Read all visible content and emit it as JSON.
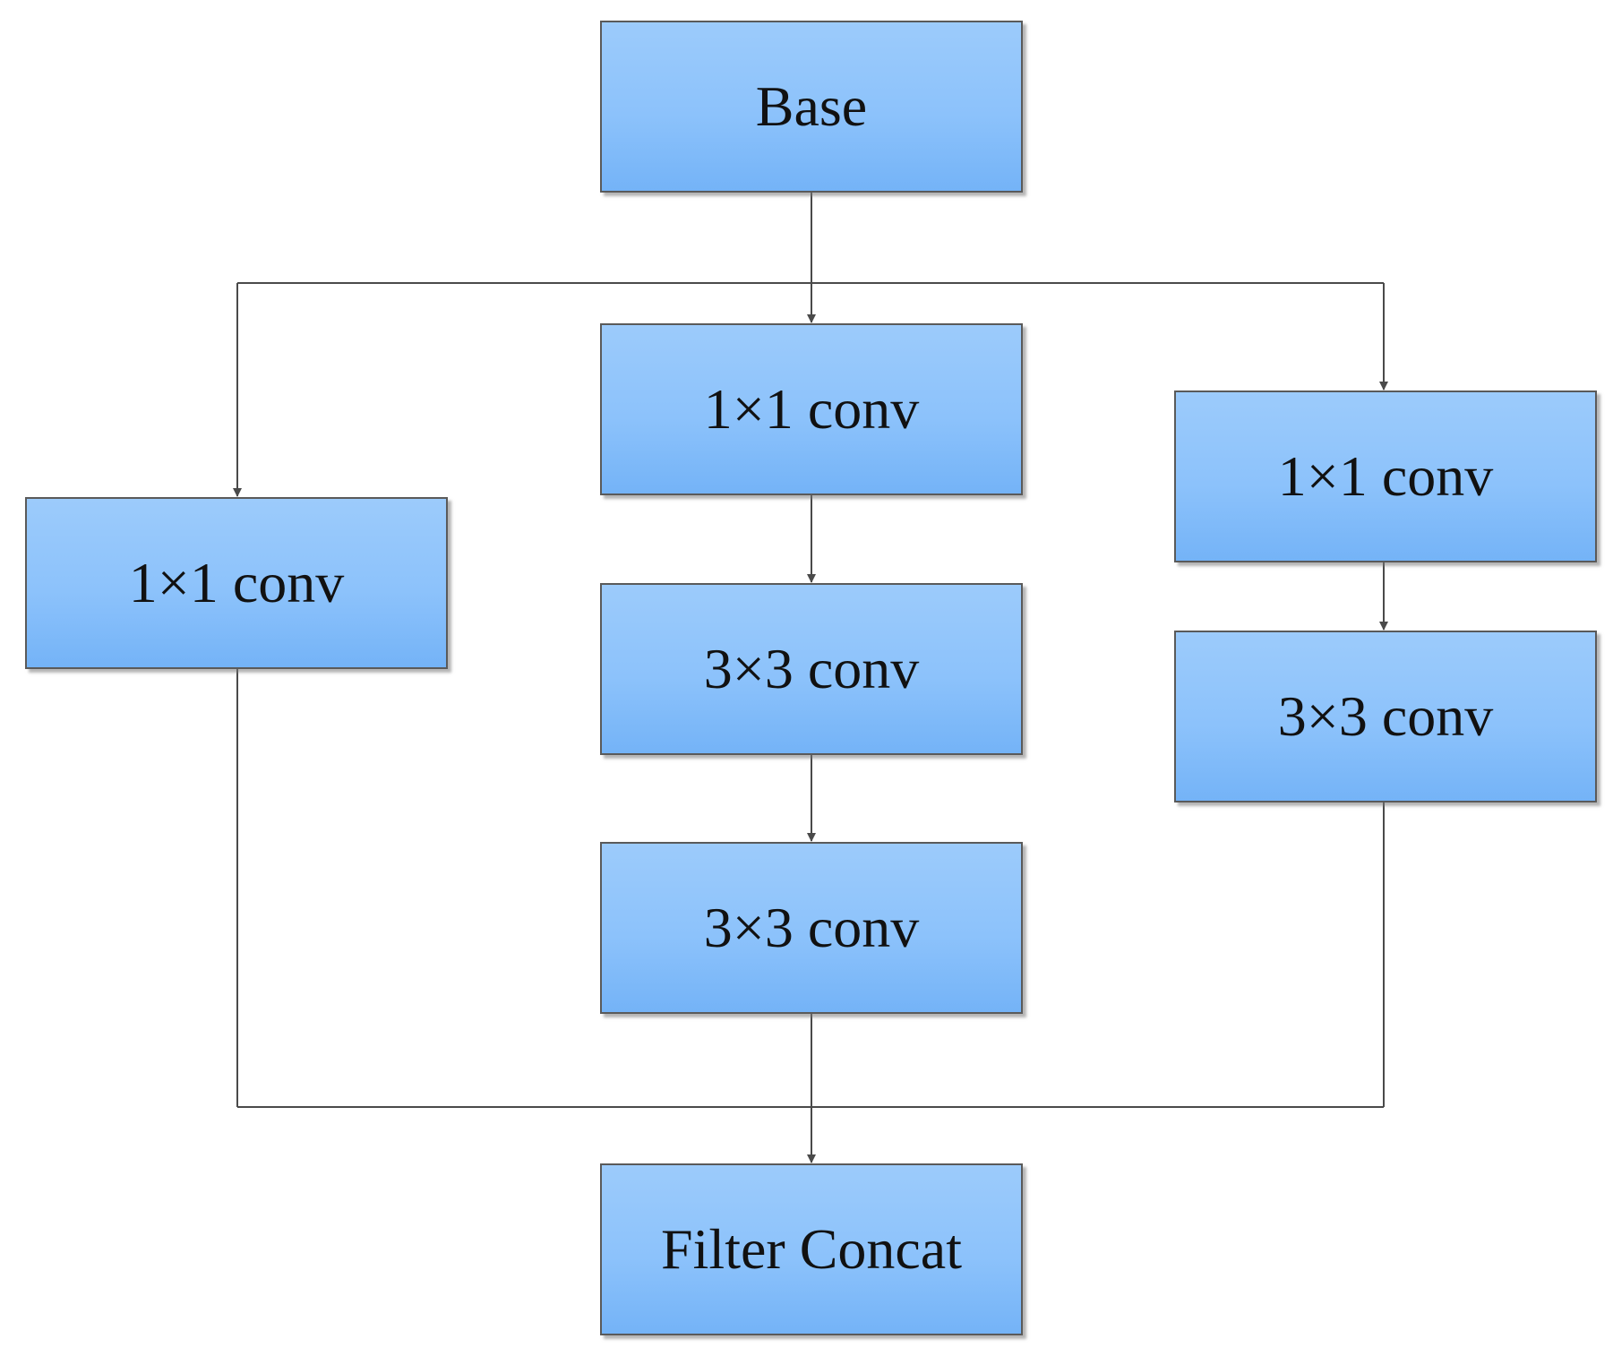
{
  "nodes": {
    "base": "Base",
    "left_conv1": "1×1 conv",
    "middle_conv1": "1×1 conv",
    "middle_conv2": "3×3 conv",
    "middle_conv3": "3×3 conv",
    "right_conv1": "1×1 conv",
    "right_conv2": "3×3 conv",
    "concat": "Filter Concat"
  },
  "colors": {
    "node_fill_top": "#9ccbfb",
    "node_fill_bottom": "#74b3f7",
    "node_border": "#5a5a5a",
    "connector": "#4a4a4a"
  }
}
